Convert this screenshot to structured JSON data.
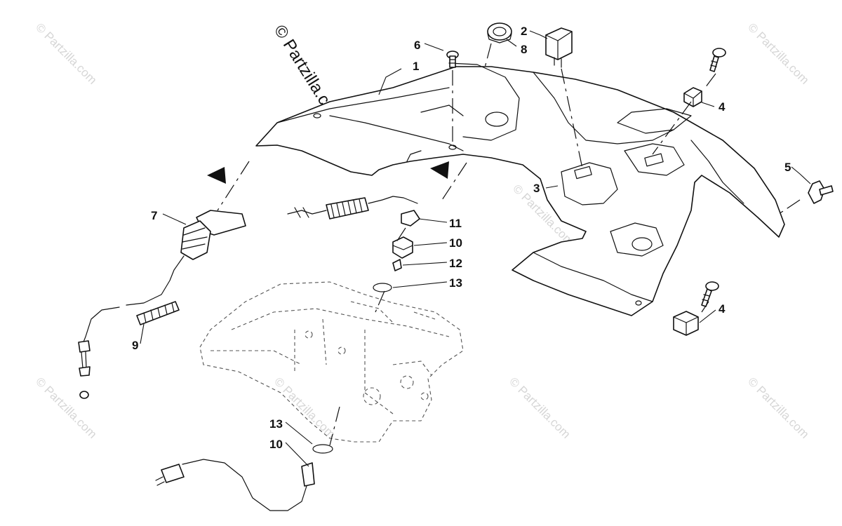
{
  "copyright": "© Partzilla.com",
  "watermark": "© Partzilla.com",
  "callouts": [
    {
      "id": "c1",
      "label": "1"
    },
    {
      "id": "c2",
      "label": "2"
    },
    {
      "id": "c3",
      "label": "3"
    },
    {
      "id": "c4a",
      "label": "4"
    },
    {
      "id": "c4b",
      "label": "4"
    },
    {
      "id": "c5",
      "label": "5"
    },
    {
      "id": "c6",
      "label": "6"
    },
    {
      "id": "c7",
      "label": "7"
    },
    {
      "id": "c8",
      "label": "8"
    },
    {
      "id": "c9",
      "label": "9"
    },
    {
      "id": "c10a",
      "label": "10"
    },
    {
      "id": "c10b",
      "label": "10"
    },
    {
      "id": "c11",
      "label": "11"
    },
    {
      "id": "c12",
      "label": "12"
    },
    {
      "id": "c13a",
      "label": "13"
    },
    {
      "id": "c13b",
      "label": "13"
    }
  ]
}
